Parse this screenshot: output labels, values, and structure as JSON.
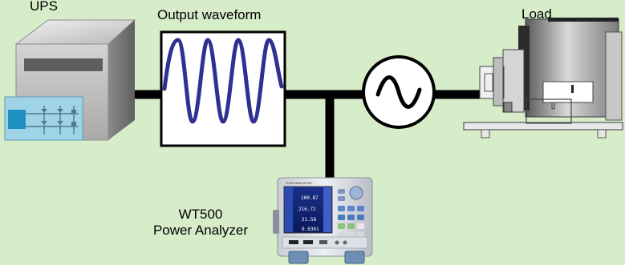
{
  "labels": {
    "ups": "UPS",
    "output_waveform": "Output waveform",
    "load": "Load",
    "analyzer_line1": "WT500",
    "analyzer_line2": "Power Analyzer"
  },
  "analyzer_screen": {
    "readings": [
      "100.87",
      "216.72",
      "21.58",
      "0.6361"
    ]
  },
  "colors": {
    "background": "#d7ecc9",
    "wire": "#000000",
    "waveform": "#2e3192",
    "ups_panel": "#9fd3e8"
  },
  "icons": {
    "ac_source": "sine-wave-icon",
    "ups_circuit": "rectifier-circuit-icon"
  }
}
